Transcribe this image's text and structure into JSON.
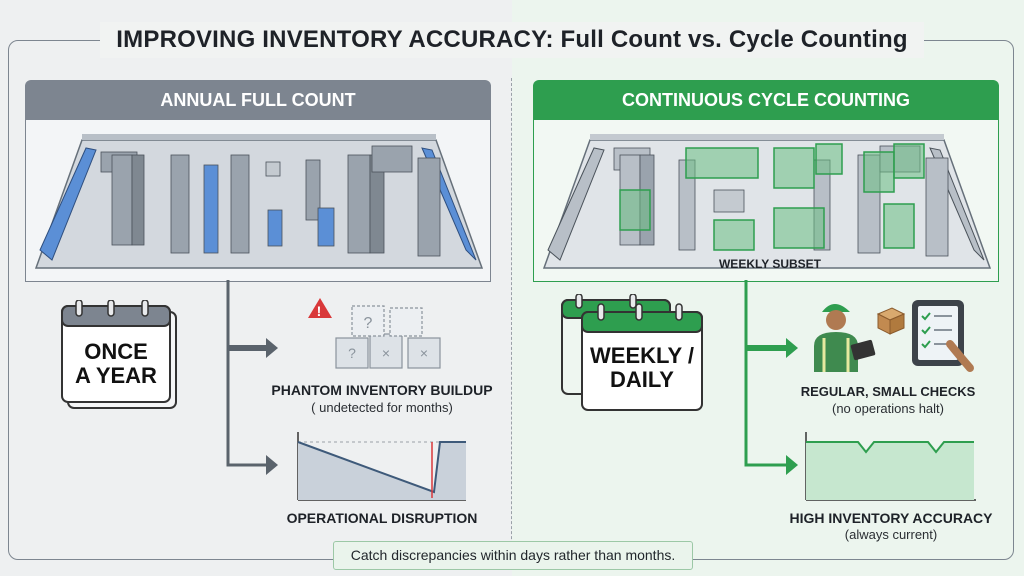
{
  "title": "IMPROVING INVENTORY ACCURACY: Full Count vs. Cycle Counting",
  "left": {
    "header": "ANNUAL FULL COUNT",
    "frequency_line1": "ONCE",
    "frequency_line2": "A YEAR",
    "effect1_title": "PHANTOM INVENTORY BUILDUP",
    "effect1_sub": "( undetected for months)",
    "effect2_title": "OPERATIONAL DISRUPTION"
  },
  "right": {
    "header": "CONTINUOUS CYCLE COUNTING",
    "subset_label": "WEEKLY SUBSET",
    "frequency_line1": "WEEKLY /",
    "frequency_line2": "DAILY",
    "effect1_title": "REGULAR, SMALL CHECKS",
    "effect1_sub": "(no operations halt)",
    "effect2_title": "HIGH INVENTORY ACCURACY",
    "effect2_sub": "(always current)"
  },
  "footer": "Catch discrepancies within days rather than months.",
  "colors": {
    "left_accent": "#7d8590",
    "right_accent": "#2e9e4f",
    "full_count_blue": "#5b8fd6",
    "alert_red": "#d9383a"
  }
}
